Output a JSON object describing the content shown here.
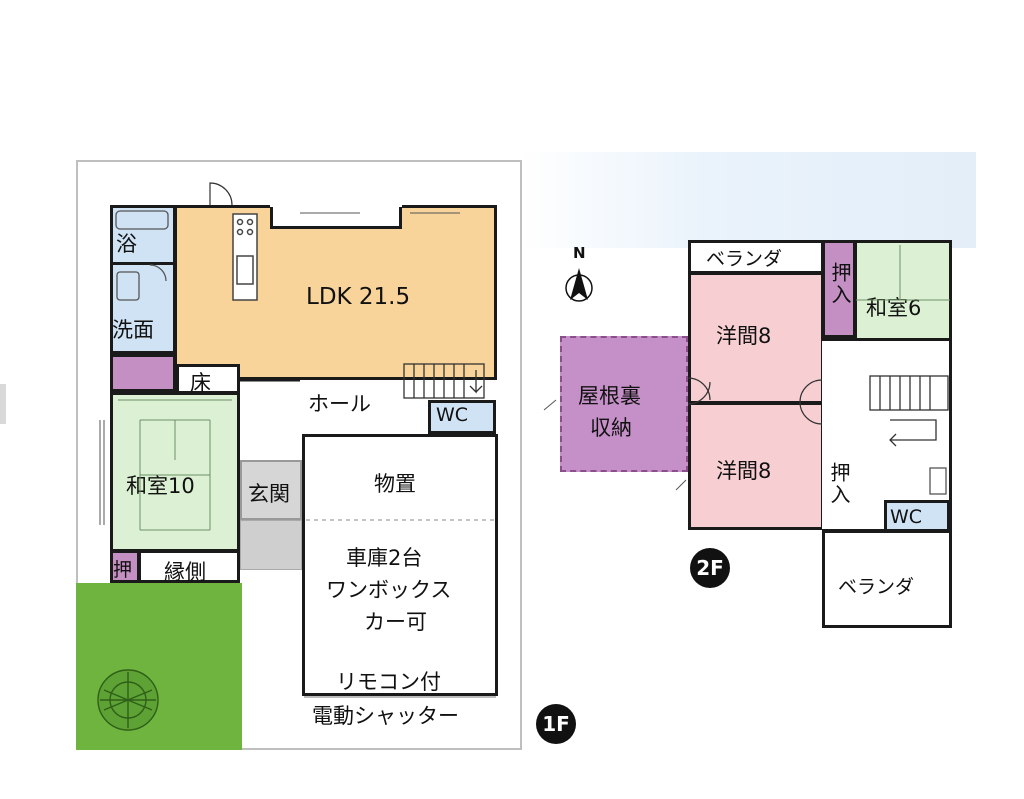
{
  "plan_1f": {
    "badge": "1F",
    "rooms": {
      "bath": "浴",
      "washroom": "洗面",
      "ldk": "LDK 21.5",
      "alcove": "床",
      "hall": "ホール",
      "wc": "WC",
      "washitsu": "和室10",
      "genkan": "玄関",
      "storage": "物置",
      "oshiire": "押",
      "engawa": "縁側",
      "garage_line1": "車庫2台",
      "garage_line2": "ワンボックス",
      "garage_line3": "カー可",
      "remote_line1": "リモコン付",
      "remote_line2": "電動シャッター"
    }
  },
  "plan_2f": {
    "badge": "2F",
    "compass": "N",
    "rooms": {
      "veranda_top": "ベランダ",
      "oshiire_top": "押入",
      "washitsu": "和室6",
      "youma_top": "洋間8",
      "attic_line1": "屋根裏",
      "attic_line2": "収納",
      "youma_bottom": "洋間8",
      "oshiire_bottom": "押入",
      "wc": "WC",
      "veranda_bottom": "ベランダ"
    }
  },
  "colors": {
    "ldk": "#f8d49a",
    "bath": "#cfe3f5",
    "washitsu": "#dcf0d3",
    "youma": "#f7cfd3",
    "oshiire": "#c48fc2",
    "attic": "#c58fc7",
    "garden": "#6fb43f",
    "genkan": "#d6d6d6",
    "wall": "#1a1a1a"
  }
}
